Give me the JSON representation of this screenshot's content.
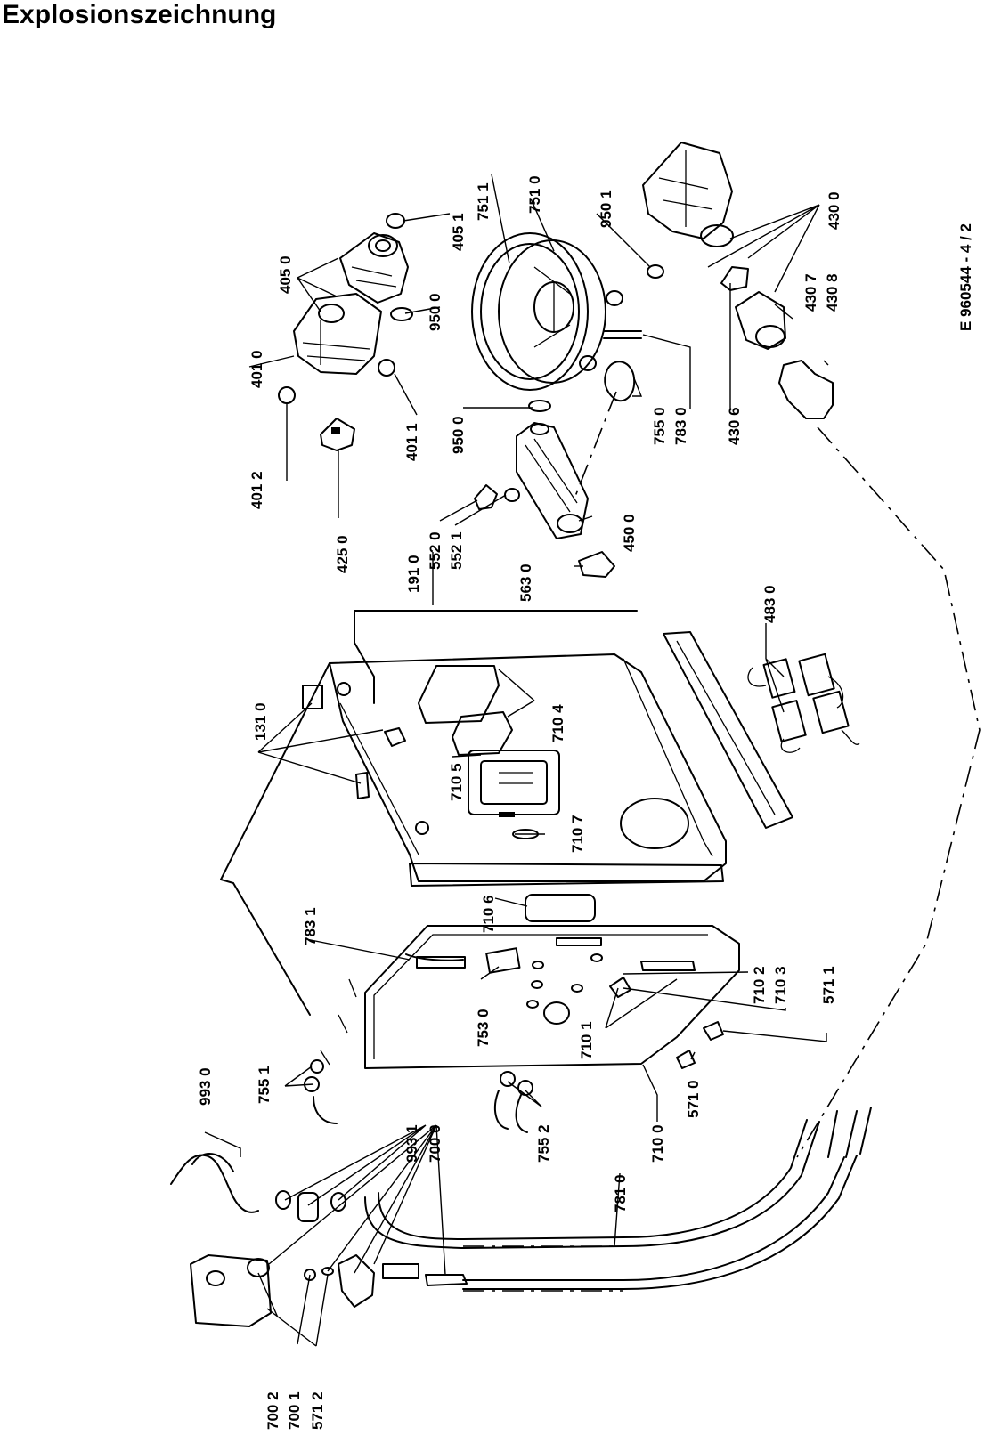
{
  "title": "Explosionszeichnung",
  "drawing_code": "E 960544 - 4 / 2",
  "part_labels": {
    "p4050": "405 0",
    "p4051": "405 1",
    "p7511": "751 1",
    "p7510": "751 0",
    "p9501": "950 1",
    "p4300": "430 0",
    "p9500a": "950 0",
    "p4010": "401 0",
    "p4011": "401 1",
    "p4012": "401 2",
    "p9500b": "950 0",
    "p7550": "755 0",
    "p7830": "783 0",
    "p4306": "430 6",
    "p4307": "430 7",
    "p4308": "430 8",
    "p4250": "425 0",
    "p1910": "191 0",
    "p5520": "552 0",
    "p5521": "552 1",
    "p4500": "450 0",
    "p5630": "563 0",
    "p4830": "483 0",
    "p1310": "131 0",
    "p7104": "710 4",
    "p7105": "710 5",
    "p7107": "710 7",
    "p7106": "710 6",
    "p7831": "783 1",
    "p7102": "710 2",
    "p7103": "710 3",
    "p5711": "571 1",
    "p7530": "753 0",
    "p7101": "710 1",
    "p9930": "993 0",
    "p7551": "755 1",
    "p9931": "993 1",
    "p7000": "700 0",
    "p7552": "755 2",
    "p5710": "571 0",
    "p7810": "781 0",
    "p7100": "710 0",
    "p7002": "700 2",
    "p7001": "700 1",
    "p5712": "571 2"
  }
}
